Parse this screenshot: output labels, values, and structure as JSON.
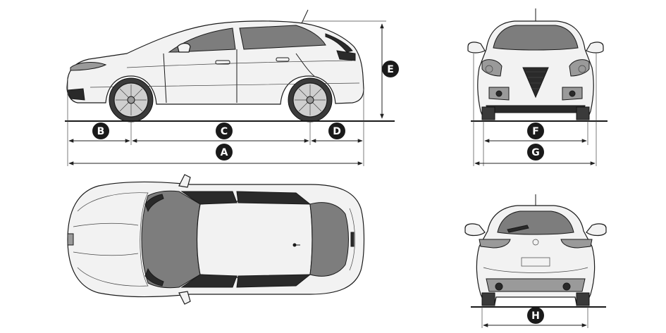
{
  "dimension_labels": {
    "A": "A",
    "B": "B",
    "C": "C",
    "D": "D",
    "E": "E",
    "F": "F",
    "G": "G",
    "H": "H"
  },
  "colors": {
    "badge": "#1a1a1a",
    "badge_text": "#ffffff",
    "glass": "#7d7d7d",
    "body": "#f2f2f2"
  }
}
